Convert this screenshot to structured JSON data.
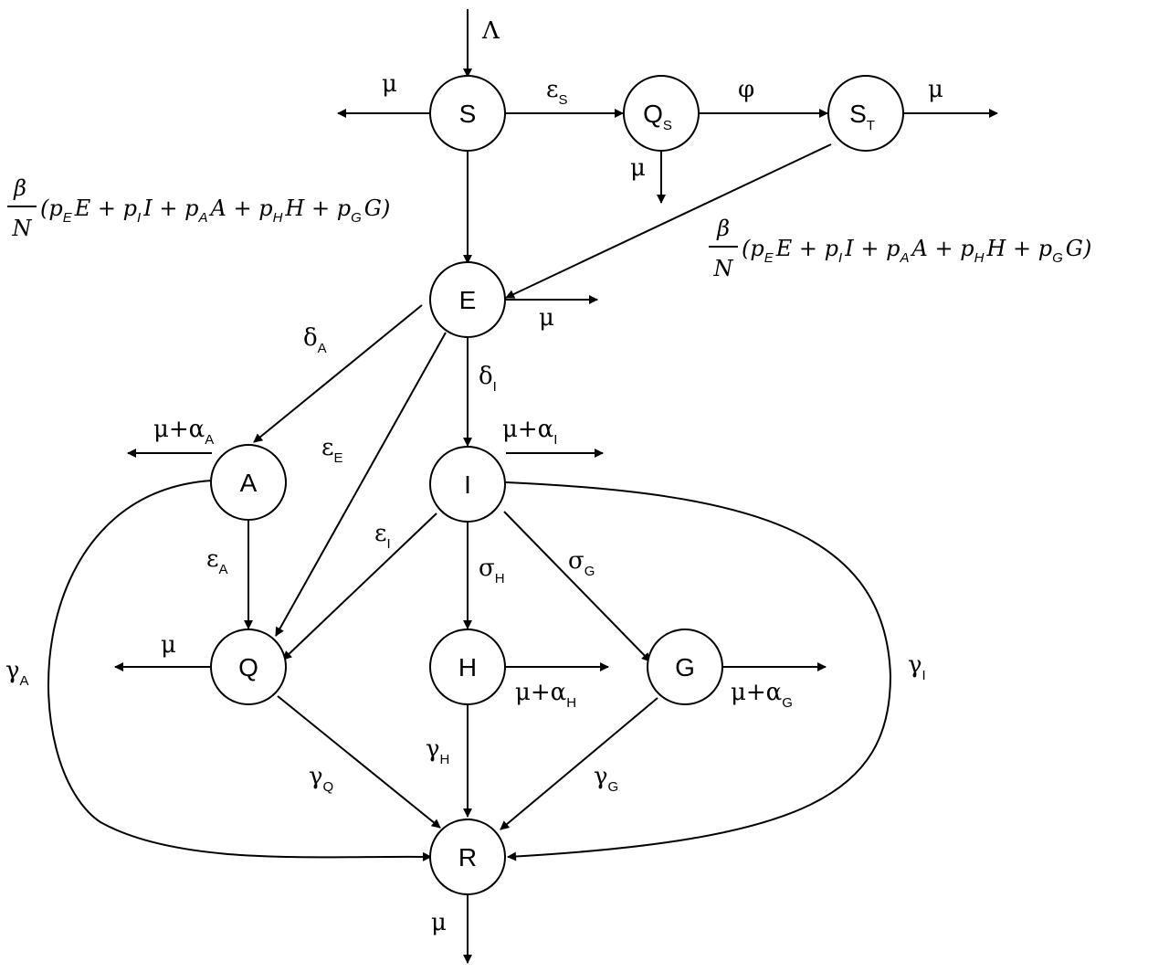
{
  "nodes": {
    "S": {
      "main": "S",
      "sub": ""
    },
    "QS": {
      "main": "Q",
      "sub": "S"
    },
    "ST": {
      "main": "S",
      "sub": "T"
    },
    "E": {
      "main": "E",
      "sub": ""
    },
    "A": {
      "main": "A",
      "sub": ""
    },
    "I": {
      "main": "I",
      "sub": ""
    },
    "Q": {
      "main": "Q",
      "sub": ""
    },
    "H": {
      "main": "H",
      "sub": ""
    },
    "G": {
      "main": "G",
      "sub": ""
    },
    "R": {
      "main": "R",
      "sub": ""
    }
  },
  "labels": {
    "lambda": {
      "main": "Λ",
      "sub": ""
    },
    "mu_S": {
      "main": "μ",
      "sub": ""
    },
    "eps_S": {
      "main": "ε",
      "sub": "S"
    },
    "phi": {
      "main": "φ",
      "sub": ""
    },
    "mu_ST": {
      "main": "μ",
      "sub": ""
    },
    "mu_QS": {
      "main": "μ",
      "sub": ""
    },
    "mu_E": {
      "main": "μ",
      "sub": ""
    },
    "delta_A": {
      "main": "δ",
      "sub": "A"
    },
    "delta_I": {
      "main": "δ",
      "sub": "I"
    },
    "mu_alpha_A": {
      "main": "μ+α",
      "sub": "A"
    },
    "mu_alpha_I": {
      "main": "μ+α",
      "sub": "I"
    },
    "eps_E": {
      "main": "ε",
      "sub": "E"
    },
    "eps_I": {
      "main": "ε",
      "sub": "I"
    },
    "eps_A": {
      "main": "ε",
      "sub": "A"
    },
    "sigma_H": {
      "main": "σ",
      "sub": "H"
    },
    "sigma_G": {
      "main": "σ",
      "sub": "G"
    },
    "mu_Q": {
      "main": "μ",
      "sub": ""
    },
    "mu_alpha_H": {
      "main": "μ+α",
      "sub": "H"
    },
    "mu_alpha_G": {
      "main": "μ+α",
      "sub": "G"
    },
    "gamma_A": {
      "main": "γ",
      "sub": "A"
    },
    "gamma_I": {
      "main": "γ",
      "sub": "I"
    },
    "gamma_Q": {
      "main": "γ",
      "sub": "Q"
    },
    "gamma_H": {
      "main": "γ",
      "sub": "H"
    },
    "gamma_G": {
      "main": "γ",
      "sub": "G"
    },
    "mu_R": {
      "main": "μ",
      "sub": ""
    }
  },
  "force": {
    "numerator": "β",
    "denominator": "N",
    "terms": [
      {
        "coef": "p",
        "sub": "E",
        "var": "E"
      },
      {
        "coef": "p",
        "sub": "I",
        "var": "I"
      },
      {
        "coef": "p",
        "sub": "A",
        "var": "A"
      },
      {
        "coef": "p",
        "sub": "H",
        "var": "H"
      },
      {
        "coef": "p",
        "sub": "G",
        "var": "G"
      }
    ]
  }
}
